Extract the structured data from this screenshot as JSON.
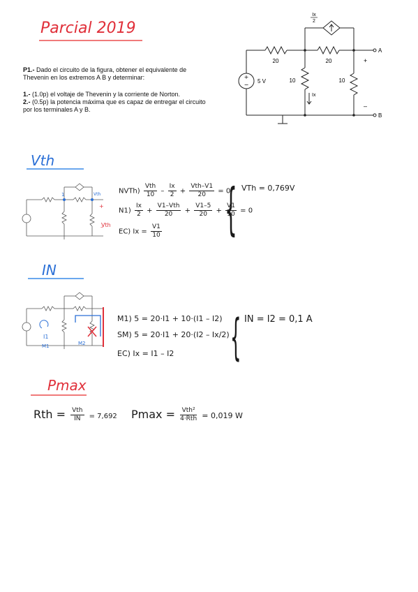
{
  "header": {
    "title": "Parcial 2019"
  },
  "problem": {
    "label": "P1.-",
    "text": "Dado el circuito de la figura, obtener el equivalente de Thevenin en los extremos A B y determinar:",
    "item1_label": "1.-",
    "item1_points": "(1.0p)",
    "item1_text": "el voltaje de Thevenin y la corriente de Norton.",
    "item2_label": "2.-",
    "item2_points": "(0.5p)",
    "item2_text": "la potencia máxima que es capaz de entregar el circuito por los terminales A y B."
  },
  "circuit": {
    "source": "5 V",
    "r_left": "20",
    "r_mid": "10",
    "r_top": "20",
    "r_right": "10",
    "dep_num": "Ix",
    "dep_den": "2",
    "ix": "Ix",
    "term_a": "A",
    "term_b": "B",
    "plus": "+",
    "minus": "–"
  },
  "vth": {
    "title": "Vth",
    "eq1_label": "NVTh)",
    "eq2_label": "N1)",
    "eq3_label": "EC) Ix =",
    "result": "VTh = 0,769V"
  },
  "in": {
    "title": "IN",
    "m1": "M1) 5 = 20·I1 + 10·(I1 – I2)",
    "sm": "SM) 5 = 20·I1 + 20·(I2 – Ix/2)",
    "ec": "EC) Ix = I1 – I2",
    "result": "IN = I2 = 0,1 A",
    "mesh1": "M1",
    "mesh2": "M2",
    "i1": "I1"
  },
  "pmax": {
    "title": "Pmax",
    "rth_label": "Rth =",
    "rth_num": "Vth",
    "rth_den": "IN",
    "rth_value": "= 7,692",
    "pmax_label": "Pmax =",
    "pmax_num": "Vth²",
    "pmax_den": "4·Rth",
    "pmax_value": "= 0,019 W"
  }
}
